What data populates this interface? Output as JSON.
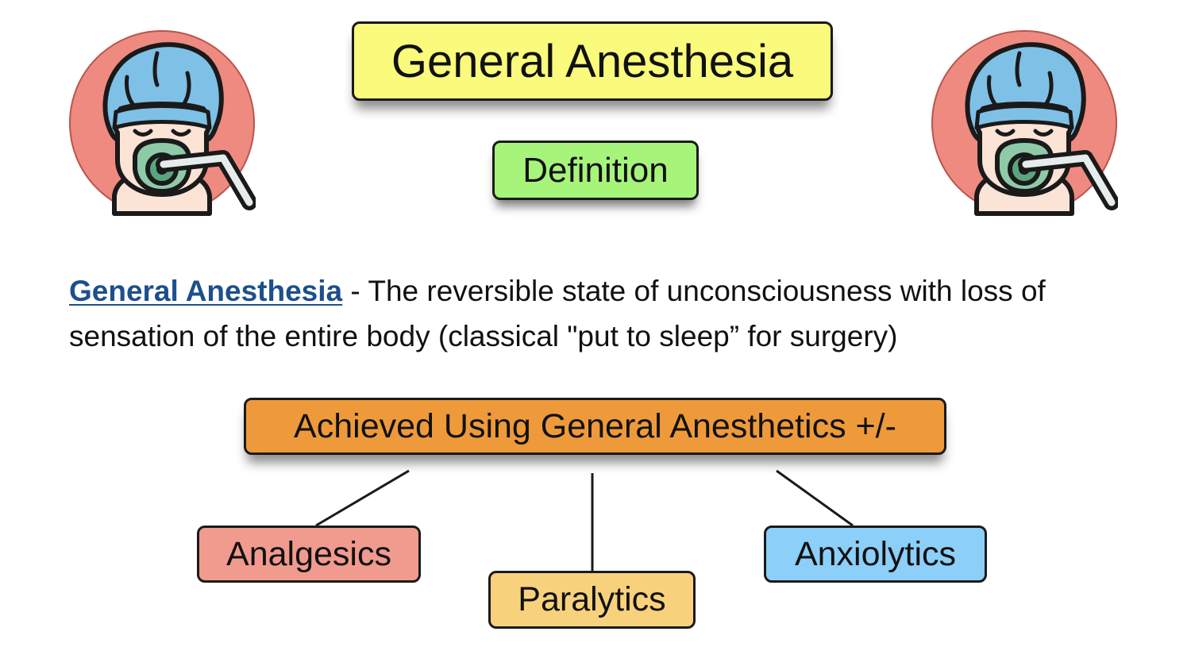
{
  "title": "General Anesthesia",
  "section_label": "Definition",
  "definition": {
    "term": "General Anesthesia",
    "text": " - The reversible state of unconsciousness with loss of sensation of the entire body (classical \"put to sleep” for surgery)"
  },
  "method_label": "Achieved Using General Anesthetics +/-",
  "adjuncts": {
    "analgesics": "Analgesics",
    "paralytics": "Paralytics",
    "anxiolytics": "Anxiolytics"
  },
  "colors": {
    "title_fill": "#fafa7c",
    "definition_fill": "#a6f57a",
    "term_link": "#1d4f8c",
    "method_fill": "#ee9a3a",
    "analgesics_fill": "#f19a8e",
    "paralytics_fill": "#f8d17c",
    "anxiolytics_fill": "#8ccff8",
    "icon_circle": "#ef8a80",
    "icon_cap": "#7fc0e6",
    "icon_skin": "#fbe3d6",
    "icon_mask": "#8fcaa8"
  },
  "icons": [
    "patient-anesthesia-mask-icon",
    "patient-anesthesia-mask-icon"
  ]
}
